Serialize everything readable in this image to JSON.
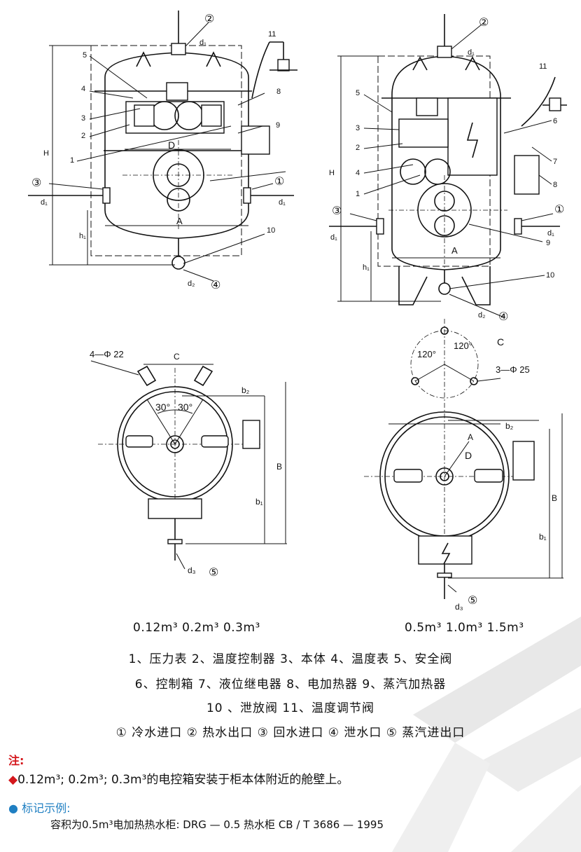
{
  "captions": {
    "left_sizes": "0.12m³  0.2m³  0.3m³",
    "right_sizes": "0.5m³  1.0m³  1.5m³"
  },
  "legend": {
    "line1": "1、压力表  2、温度控制器  3、本体  4、温度表  5、安全阀",
    "line2": "6、控制箱  7、液位继电器  8、电加热器  9、蒸汽加热器",
    "line3": "10 、泄放阀  11、温度调节阀",
    "ports": "① 冷水进口 ② 热水出口 ③ 回水进口 ④ 泄水口 ⑤ 蒸汽进出口"
  },
  "note": {
    "title": "注:",
    "text": "0.12m³; 0.2m³; 0.3m³的电控箱安装于柜本体附近的舱壁上。"
  },
  "example": {
    "title": "标记示例:",
    "text": "容积为0.5m³电加热热水柜:   DRG — 0.5 热水柜 CB / T 3686 — 1995"
  },
  "labels": {
    "H": "H",
    "D": "D",
    "A": "A",
    "C": "C",
    "B": "B",
    "d1": "d₁",
    "d2": "d₂",
    "d3": "d₃",
    "h1": "h₁",
    "b1": "b₁",
    "b2": "b₂",
    "p1": "①",
    "p2": "②",
    "p3": "③",
    "p4": "④",
    "p5": "⑤",
    "n1": "1",
    "n2": "2",
    "n3": "3",
    "n4": "4",
    "n5": "5",
    "n6": "6",
    "n7": "7",
    "n8": "8",
    "n9": "9",
    "n10": "10",
    "n11": "11",
    "holes_left": "4—Φ 22",
    "holes_right": "3—Φ 25",
    "angle30": "30°",
    "angle30b": "30°",
    "angle120": "120°",
    "angle120b": "120°"
  }
}
